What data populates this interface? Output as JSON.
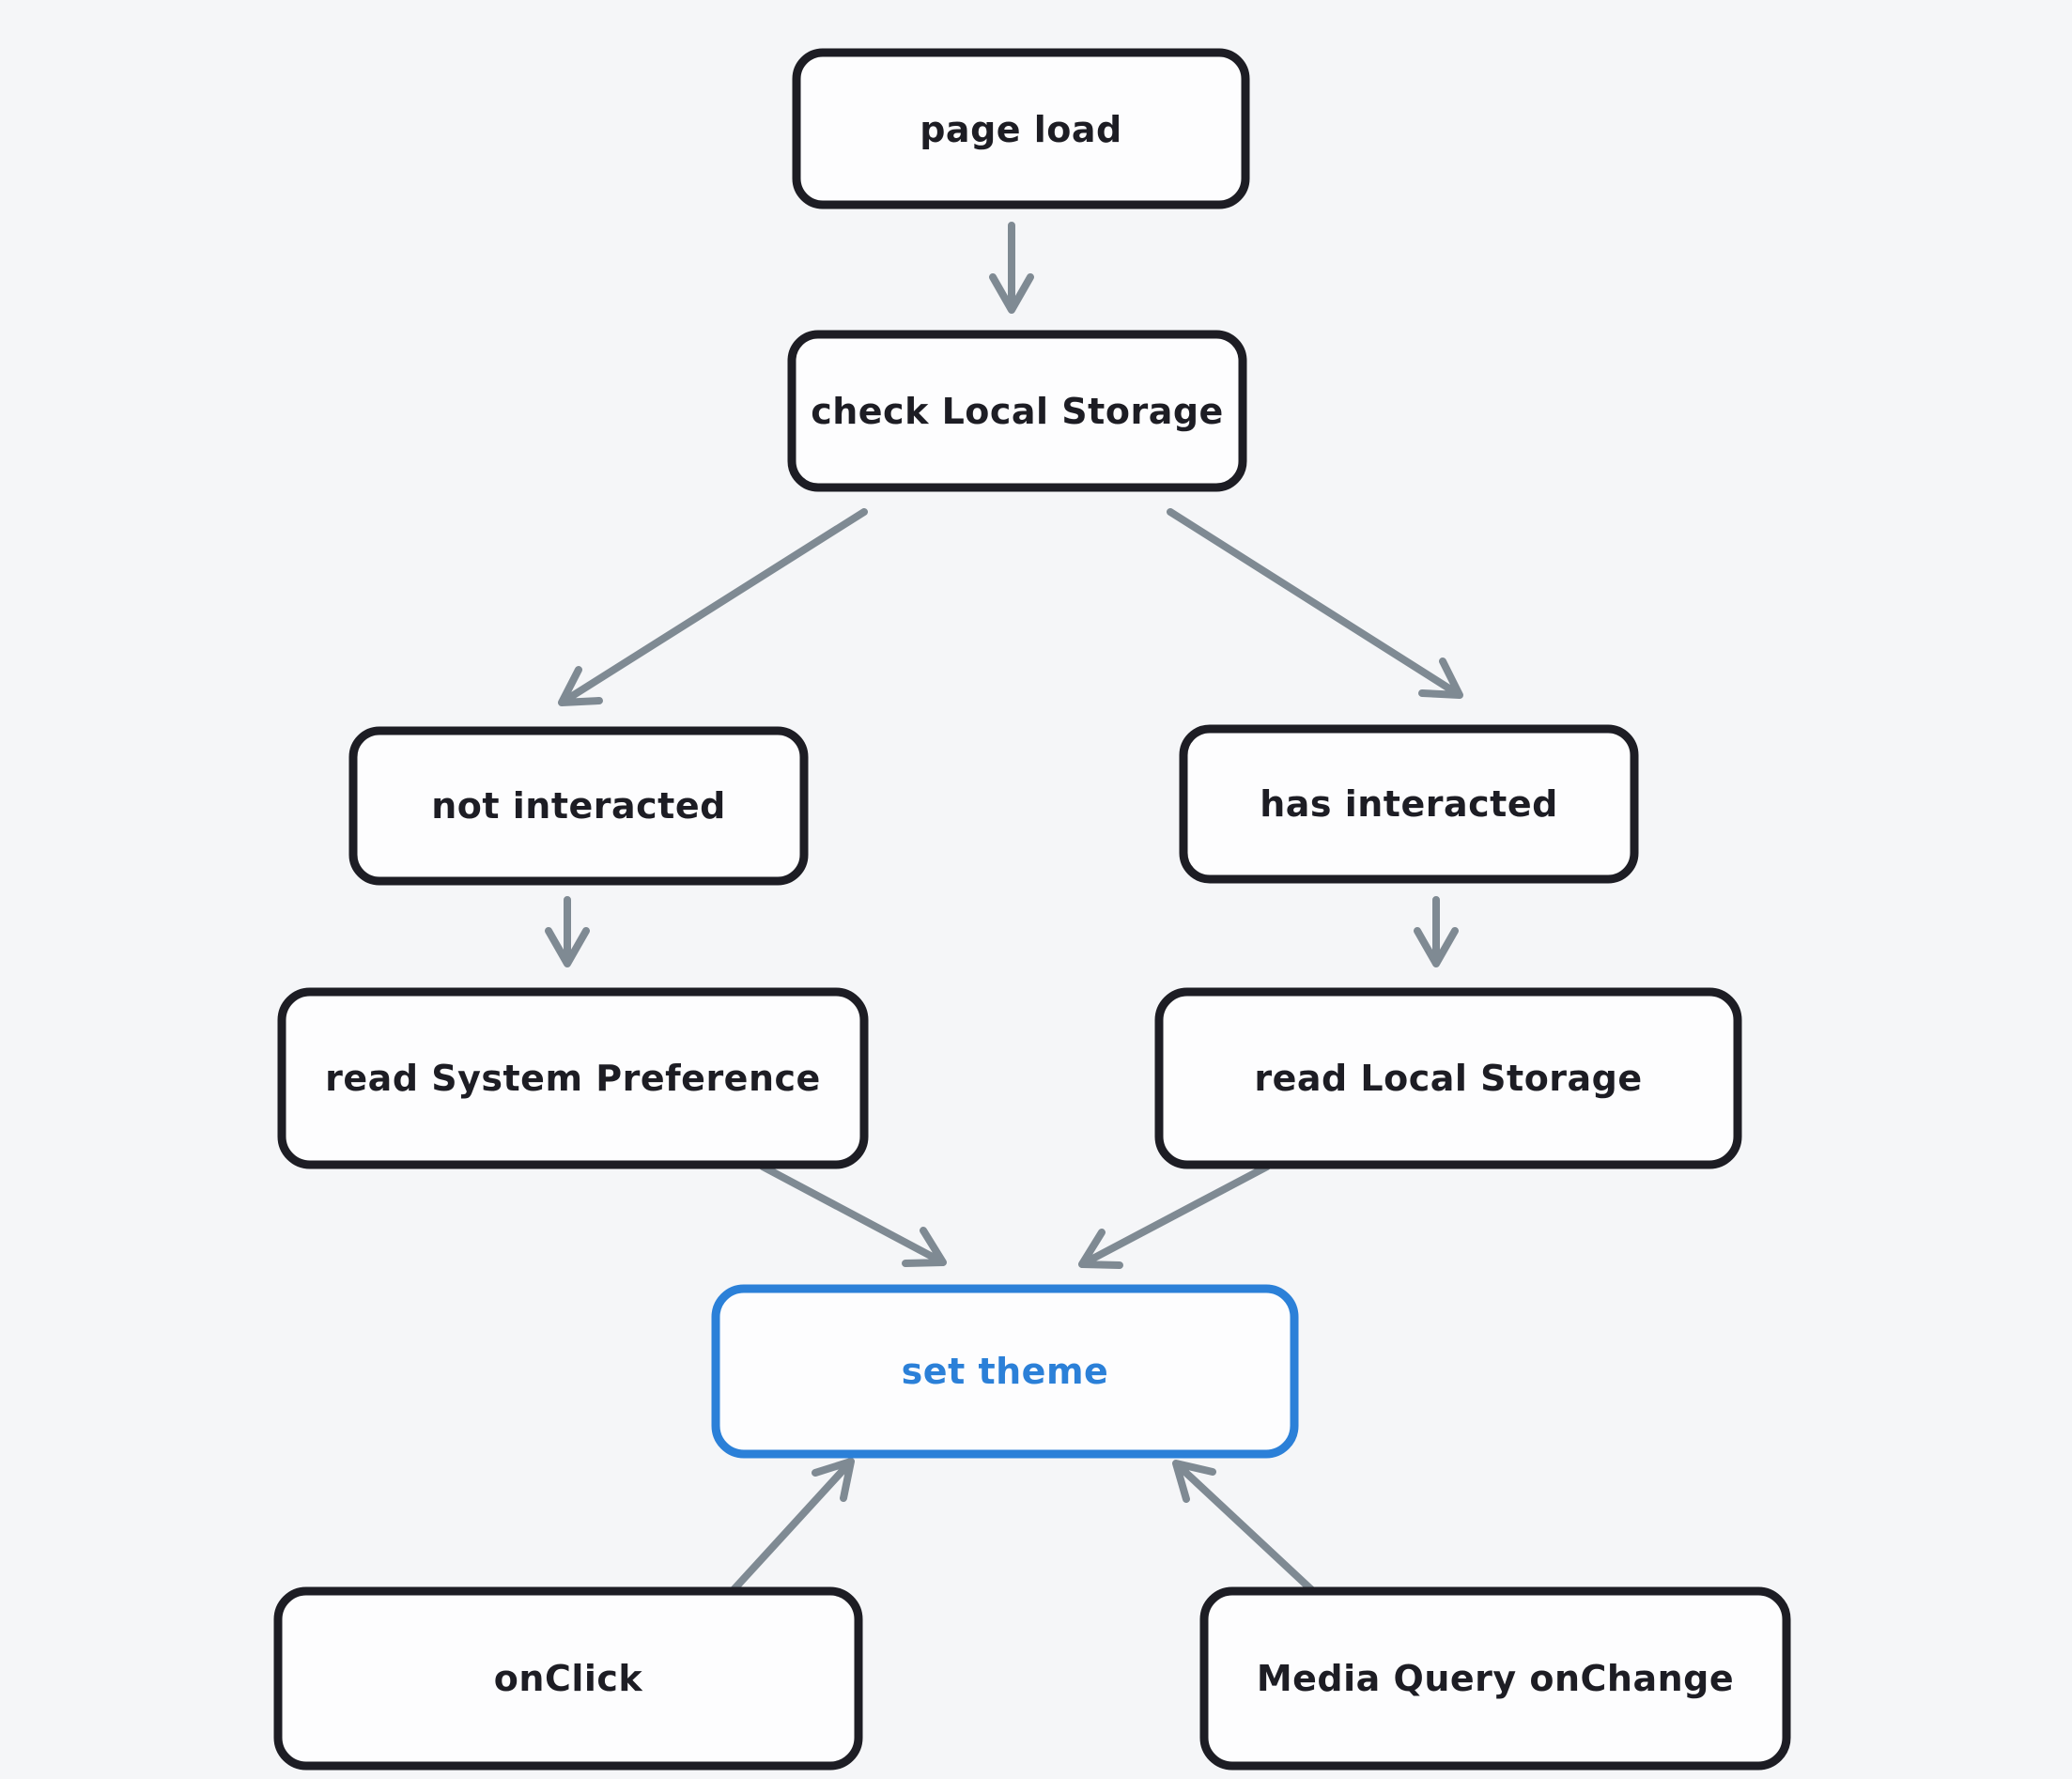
{
  "theme": {
    "bg": "#f5f6f8",
    "ink": "#1d1d24",
    "box_fill": "#fdfdfe",
    "arrow": "#7f8a93",
    "accent": "#2b80d8"
  },
  "nodes": {
    "page_load": {
      "label": "page load"
    },
    "check_local_storage": {
      "label": "check Local Storage"
    },
    "not_interacted": {
      "label": "not interacted"
    },
    "has_interacted": {
      "label": "has interacted"
    },
    "read_system_preference": {
      "label": "read System Preference"
    },
    "read_local_storage": {
      "label": "read Local Storage"
    },
    "set_theme": {
      "label": "set theme",
      "highlighted": true,
      "highlight_color": "#2b80d8"
    },
    "on_click": {
      "label": "onClick"
    },
    "media_query_on_change": {
      "label": "Media Query onChange"
    }
  },
  "edges": [
    {
      "from": "page load",
      "to": "check Local Storage"
    },
    {
      "from": "check Local Storage",
      "to": "not interacted"
    },
    {
      "from": "check Local Storage",
      "to": "has interacted"
    },
    {
      "from": "not interacted",
      "to": "read System Preference"
    },
    {
      "from": "has interacted",
      "to": "read Local Storage"
    },
    {
      "from": "read System Preference",
      "to": "set theme"
    },
    {
      "from": "read Local Storage",
      "to": "set theme"
    },
    {
      "from": "onClick",
      "to": "set theme"
    },
    {
      "from": "Media Query onChange",
      "to": "set theme"
    }
  ]
}
